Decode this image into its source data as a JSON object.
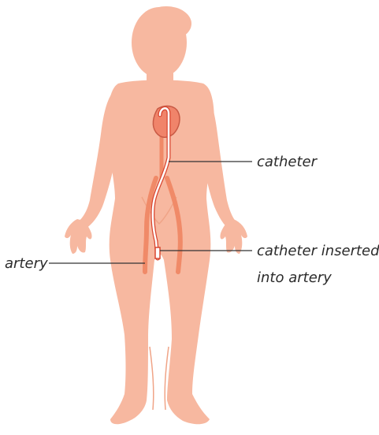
{
  "diagram": {
    "labels": {
      "catheter": "catheter",
      "catheter_inserted_line1": "catheter inserted",
      "catheter_inserted_line2": "into artery",
      "artery": "artery"
    },
    "colors": {
      "skin": "#f7b8a0",
      "skin_shadow": "#f0a487",
      "artery": "#f08a68",
      "heart": "#f0846a",
      "heart_outline": "#c85a45",
      "catheter": "#ffffff",
      "catheter_outline": "#d8452f",
      "leader": "#333333",
      "text": "#2b2b2b"
    }
  }
}
